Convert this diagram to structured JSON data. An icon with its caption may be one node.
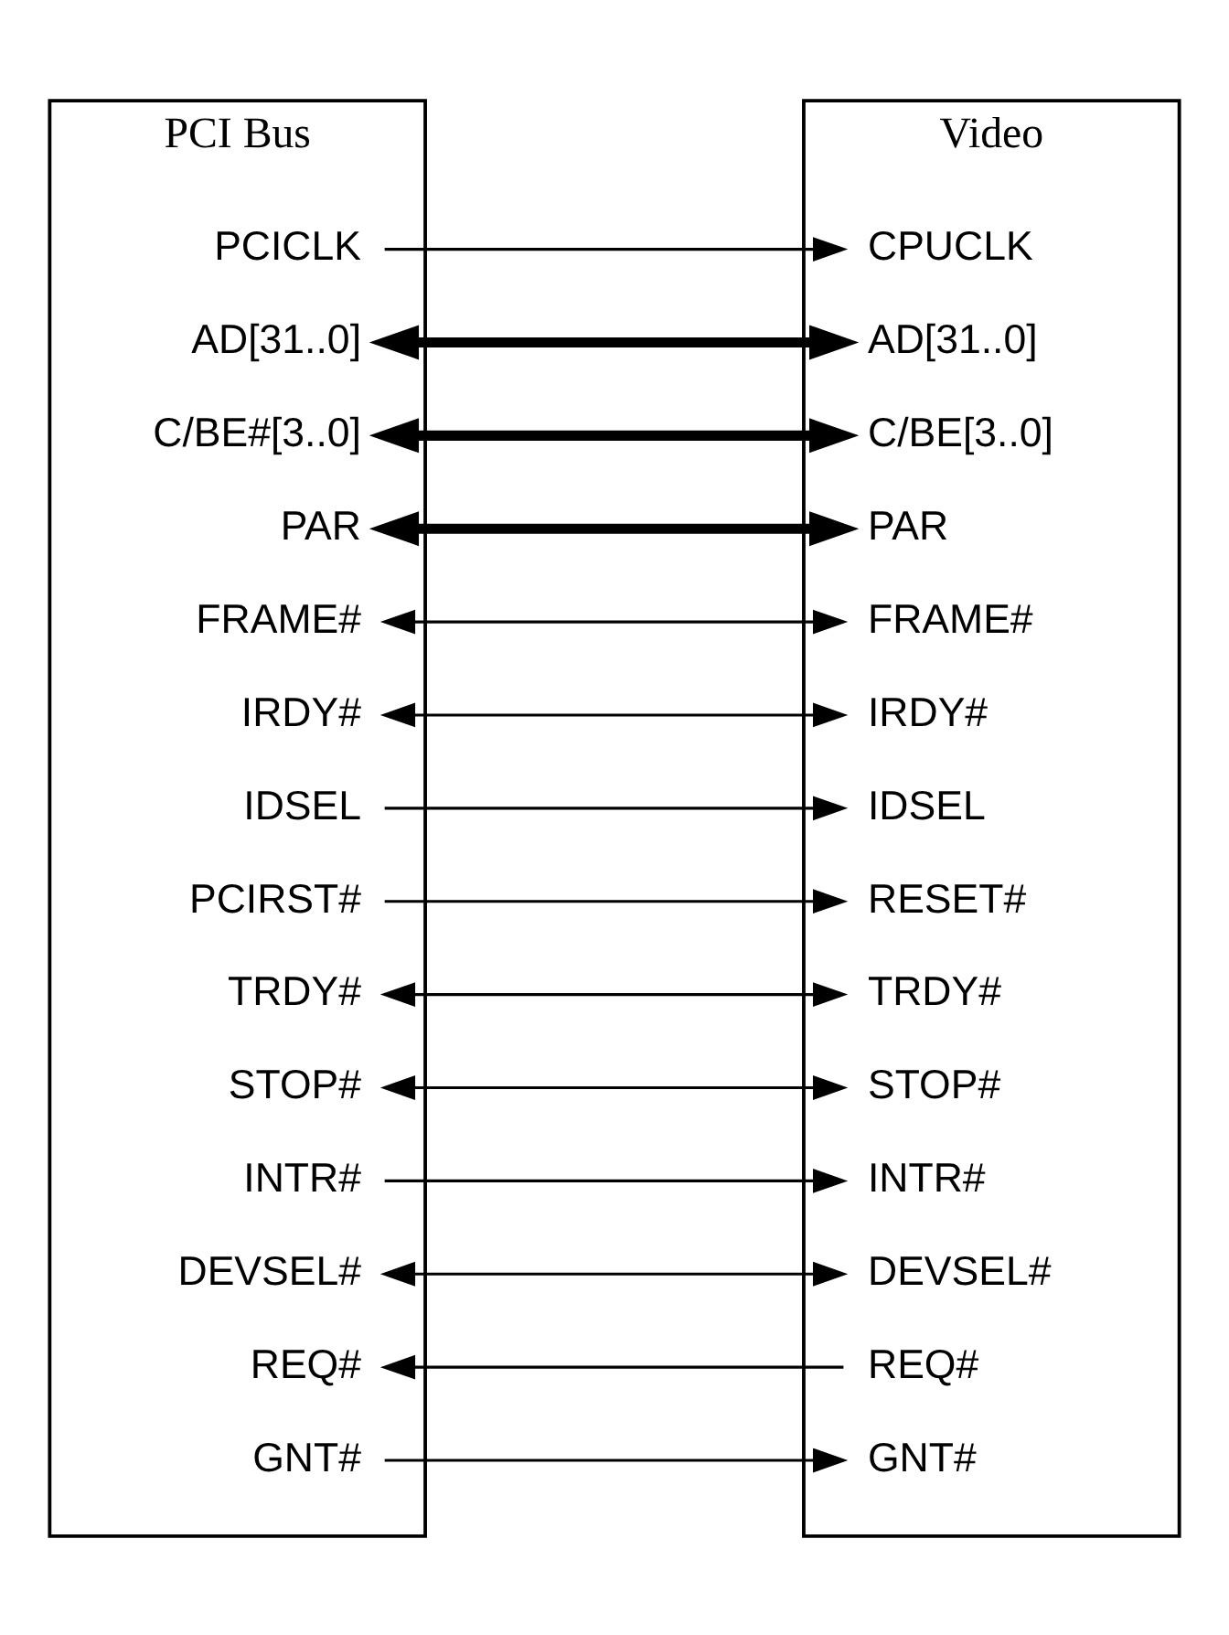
{
  "diagram": {
    "nodes": [
      {
        "text": [
          "PCI Bus"
        ]
      },
      {
        "text": [
          "PCICLK"
        ],
        "in": 0
      },
      {
        "text": [
          "AD[31..0]"
        ],
        "in": 0
      },
      {
        "text": [
          "C/BE#[3..0]"
        ],
        "in": 0
      },
      {
        "text": [
          "PAR"
        ],
        "in": 0
      },
      {
        "text": [
          "FRAME#"
        ],
        "in": 0
      },
      {
        "text": [
          "IRDY#"
        ],
        "in": 0
      },
      {
        "text": [
          "IDSEL"
        ],
        "in": 0
      },
      {
        "text": [
          "PCIRST#"
        ],
        "in": 0
      },
      {
        "text": [
          "TRDY#"
        ],
        "in": 0
      },
      {
        "text": [
          "STOP#"
        ],
        "in": 0
      },
      {
        "text": [
          "INTR#"
        ],
        "in": 0
      },
      {
        "text": [
          "DEVSEL#"
        ],
        "in": 0
      },
      {
        "text": [
          "REQ#"
        ],
        "in": 0
      },
      {
        "text": [
          "GNT#"
        ],
        "in": 0
      },
      {
        "text": [
          "Video"
        ]
      },
      {
        "text": [
          "CPUCLK"
        ],
        "in": 15
      },
      {
        "text": [
          "AD[31..0]"
        ],
        "in": 15
      },
      {
        "text": [
          "C/BE[3..0]"
        ],
        "in": 15
      },
      {
        "text": [
          "PAR"
        ],
        "in": 15
      },
      {
        "text": [
          "FRAME#"
        ],
        "in": 15
      },
      {
        "text": [
          "IRDY#"
        ],
        "in": 15
      },
      {
        "text": [
          "IDSEL"
        ],
        "in": 15
      },
      {
        "text": [
          "RESET#"
        ],
        "in": 15
      },
      {
        "text": [
          "TRDY#"
        ],
        "in": 15
      },
      {
        "text": [
          "STOP#"
        ],
        "in": 15
      },
      {
        "text": [
          "INTR#"
        ],
        "in": 15
      },
      {
        "text": [
          "DEVSEL#"
        ],
        "in": 15
      },
      {
        "text": [
          "REQ#"
        ],
        "in": 15
      },
      {
        "text": [
          "GNT#"
        ],
        "in": 15
      }
    ],
    "edges": [
      {
        "from": 1,
        "to": 16,
        "arrow": "to"
      },
      {
        "from": 2,
        "to": 17,
        "arrow": "both",
        "style": "thick"
      },
      {
        "from": 3,
        "to": 18,
        "arrow": "both",
        "style": "thick"
      },
      {
        "from": 4,
        "to": 19,
        "arrow": "both",
        "style": "thick"
      },
      {
        "from": 5,
        "to": 20,
        "arrow": "both"
      },
      {
        "from": 6,
        "to": 21,
        "arrow": "both"
      },
      {
        "from": 7,
        "to": 22,
        "arrow": "to"
      },
      {
        "from": 8,
        "to": 23,
        "arrow": "to"
      },
      {
        "from": 9,
        "to": 24,
        "arrow": "both"
      },
      {
        "from": 10,
        "to": 25,
        "arrow": "both"
      },
      {
        "from": 11,
        "to": 26,
        "arrow": "to"
      },
      {
        "from": 12,
        "to": 27,
        "arrow": "both"
      },
      {
        "from": 28,
        "to": 13,
        "arrow": "to"
      },
      {
        "from": 14,
        "to": 29,
        "arrow": "to"
      }
    ]
  }
}
